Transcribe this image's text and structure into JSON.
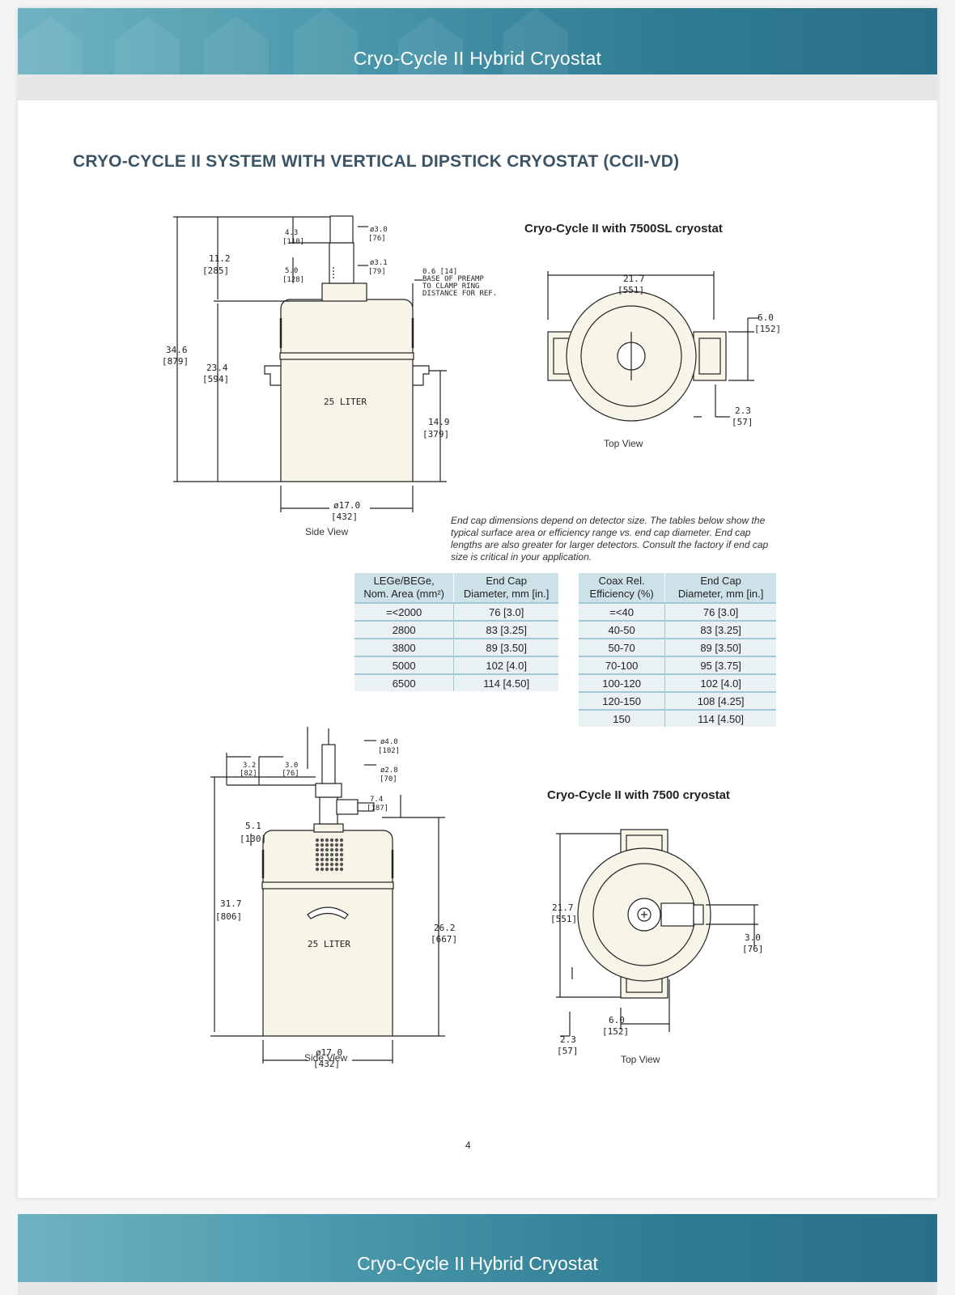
{
  "header": {
    "title": "Cryo-Cycle II Hybrid Cryostat"
  },
  "section": {
    "heading": "CRYO-CYCLE II SYSTEM WITH VERTICAL DIPSTICK CRYOSTAT (CCII-VD)"
  },
  "drawing1": {
    "caption": "Side View",
    "tank_label": "25 LITER",
    "dims": {
      "d1": "11.2",
      "d1b": "[285]",
      "d2": "34.6",
      "d2b": "[879]",
      "d3": "23.4",
      "d3b": "[594]",
      "d4": "4.3",
      "d4b": "[110]",
      "d5": "5.0",
      "d5b": "[128]",
      "d6": "ø3.0",
      "d6b": "[76]",
      "d7": "ø3.1",
      "d7b": "[79]",
      "d8": "0.6 [14]",
      "d8b": "BASE OF PREAMP",
      "d8c": "TO CLAMP RING",
      "d8d": "DISTANCE FOR REF.",
      "d9": "14.9",
      "d9b": "[379]",
      "d10": "ø17.0",
      "d10b": "[432]"
    }
  },
  "topview1": {
    "title": "Cryo-Cycle II with 7500SL cryostat",
    "caption": "Top View",
    "dims": {
      "w": "21.7",
      "wb": "[551]",
      "h": "6.0",
      "hb": "[152]",
      "s": "2.3",
      "sb": "[57]"
    }
  },
  "note": "End cap dimensions depend on detector size. The tables below show the typical surface area or efficiency range vs. end cap diameter. End cap lengths are also greater for larger detectors. Consult the factory if end cap size is critical in your application.",
  "table1": {
    "headers": [
      [
        "LEGe/BEGe,",
        "Nom. Area (mm²)"
      ],
      [
        "End Cap",
        "Diameter, mm [in.]"
      ]
    ],
    "rows": [
      [
        "=<2000",
        "76 [3.0]"
      ],
      [
        "2800",
        "83 [3.25]"
      ],
      [
        "3800",
        "89 [3.50]"
      ],
      [
        "5000",
        "102 [4.0]"
      ],
      [
        "6500",
        "114 [4.50]"
      ]
    ]
  },
  "table2": {
    "headers": [
      [
        "Coax Rel.",
        "Efficiency (%)"
      ],
      [
        "End Cap",
        "Diameter, mm [in.]"
      ]
    ],
    "rows": [
      [
        "=<40",
        "76 [3.0]"
      ],
      [
        "40-50",
        "83 [3.25]"
      ],
      [
        "50-70",
        "89 [3.50]"
      ],
      [
        "70-100",
        "95 [3.75]"
      ],
      [
        "100-120",
        "102 [4.0]"
      ],
      [
        "120-150",
        "108 [4.25]"
      ],
      [
        "150",
        "114 [4.50]"
      ]
    ]
  },
  "drawing2": {
    "caption": "Side View",
    "tank_label": "25 LITER",
    "dims": {
      "a": "3.2",
      "ab": "[82]",
      "b": "3.0",
      "bb": "[76]",
      "c": "ø4.0",
      "cb": "[102]",
      "d": "ø2.8",
      "db": "[70]",
      "e": "7.4",
      "eb": "[187]",
      "f": "5.1",
      "fb": "[130]",
      "g": "31.7",
      "gb": "[806]",
      "h": "26.2",
      "hb": "[667]",
      "i": "ø17.0",
      "ib": "[432]"
    }
  },
  "topview2": {
    "title": "Cryo-Cycle II with 7500 cryostat",
    "caption": "Top View",
    "dims": {
      "w": "21.7",
      "wb": "[551]",
      "a": "3.0",
      "ab": "[76]",
      "b": "6.0",
      "bb": "[152]",
      "c": "2.3",
      "cb": "[57]"
    }
  },
  "footer": {
    "page_number": "4",
    "next_title": "Cryo-Cycle II Hybrid Cryostat"
  },
  "colors": {
    "banner": "#2f7c93",
    "heading": "#3b5466",
    "table_header": "#cde2e8",
    "tank_fill": "#f7f4e8"
  }
}
